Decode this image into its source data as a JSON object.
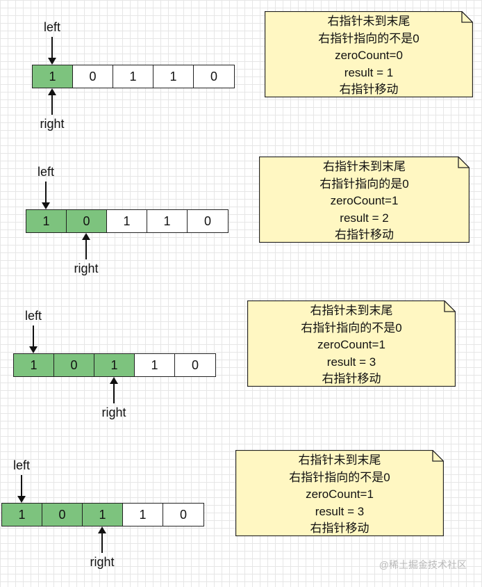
{
  "labels": {
    "left": "left",
    "right": "right"
  },
  "colors": {
    "active_cell": "#7dc37e",
    "note_fill": "#fff7c2"
  },
  "steps": [
    {
      "cells": [
        {
          "value": "1",
          "active": true
        },
        {
          "value": "0",
          "active": false
        },
        {
          "value": "1",
          "active": false
        },
        {
          "value": "1",
          "active": false
        },
        {
          "value": "0",
          "active": false
        }
      ],
      "left_index": 0,
      "right_index": 0,
      "note": [
        "右指针未到末尾",
        "右指针指向的不是0",
        "zeroCount=0",
        "result = 1",
        "右指针移动"
      ]
    },
    {
      "cells": [
        {
          "value": "1",
          "active": true
        },
        {
          "value": "0",
          "active": true
        },
        {
          "value": "1",
          "active": false
        },
        {
          "value": "1",
          "active": false
        },
        {
          "value": "0",
          "active": false
        }
      ],
      "left_index": 0,
      "right_index": 1,
      "note": [
        "右指针未到末尾",
        "右指针指向的是0",
        "zeroCount=1",
        "result = 2",
        "右指针移动"
      ]
    },
    {
      "cells": [
        {
          "value": "1",
          "active": true
        },
        {
          "value": "0",
          "active": true
        },
        {
          "value": "1",
          "active": true
        },
        {
          "value": "1",
          "active": false
        },
        {
          "value": "0",
          "active": false
        }
      ],
      "left_index": 0,
      "right_index": 2,
      "note": [
        "右指针未到末尾",
        "右指针指向的不是0",
        "zeroCount=1",
        "result = 3",
        "右指针移动"
      ]
    },
    {
      "cells": [
        {
          "value": "1",
          "active": true
        },
        {
          "value": "0",
          "active": true
        },
        {
          "value": "1",
          "active": true
        },
        {
          "value": "1",
          "active": false
        },
        {
          "value": "0",
          "active": false
        }
      ],
      "left_index": 0,
      "right_index": 2,
      "note": [
        "右指针未到末尾",
        "右指针指向的不是0",
        "zeroCount=1",
        "result = 3",
        "右指针移动"
      ]
    }
  ],
  "watermark": "@稀土掘金技术社区"
}
